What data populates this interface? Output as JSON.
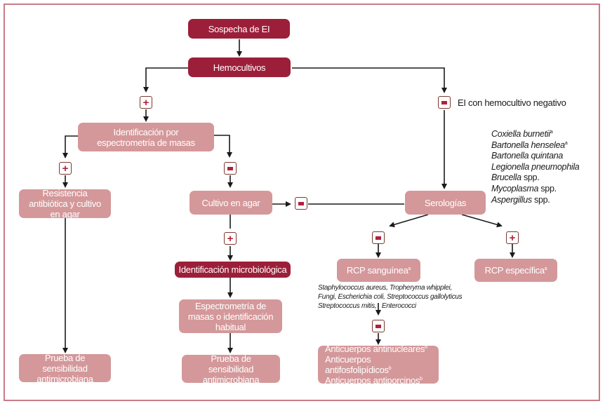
{
  "colors": {
    "dark_node": "#9c1f3a",
    "light_node": "#d4989a",
    "frame_border": "#c97b86",
    "sign_color": "#b0213e",
    "arrow": "#1a1a1a"
  },
  "nodes": {
    "suspicion": "Sospecha de EI",
    "blood_cultures": "Hemocultivos",
    "mass_spec_id": "Identificación por espectrometría de masas",
    "resistance": "Resistencia antibiótica y cultivo en agar",
    "agar_culture": "Cultivo en agar",
    "microbio_id": "Identificación microbiológica",
    "mass_spec_or_usual": "Espectrometría de masas o identificación habitual",
    "susceptibility_left": "Prueba de sensibilidad antimicrobiana",
    "susceptibility_center": "Prueba de sensibilidad antimicrobiana",
    "serologies": "Serologías",
    "blood_pcr": "RCP sanguínea",
    "blood_pcr_sup": "a",
    "specific_pcr": "RCP específica",
    "specific_pcr_sup": "a",
    "antibodies": [
      {
        "text": "Anticuerpos antinucleares",
        "sup": "b"
      },
      {
        "text": "Anticuerpos antifosfolipídicos",
        "sup": "b"
      },
      {
        "text": "Anticuerpos antiporcinos",
        "sup": "b"
      }
    ]
  },
  "signs": {
    "positive": "+",
    "negative": "-"
  },
  "labels": {
    "culture_negative": "EI con hemocultivo negativo"
  },
  "organisms": [
    {
      "italic": "Coxiella burnetii",
      "rest": "",
      "sup": "a"
    },
    {
      "italic": "Bartonella henselea",
      "rest": "",
      "sup": "a"
    },
    {
      "italic": "Bartonella quintana",
      "rest": "",
      "sup": ""
    },
    {
      "italic": "Legionella pneumophila",
      "rest": "",
      "sup": ""
    },
    {
      "italic": "Brucella",
      "rest": " spp.",
      "sup": ""
    },
    {
      "italic": "Mycoplasma",
      "rest": " spp.",
      "sup": ""
    },
    {
      "italic": "Aspergillus",
      "rest": " spp.",
      "sup": ""
    }
  ],
  "pathogens": [
    "Staphylococcus aureus, Tropheryma whipplei,",
    "Fungi, Escherichia coli, Streptococcus gallolyticus",
    "Streptococcus mitis,   Enterococci"
  ]
}
